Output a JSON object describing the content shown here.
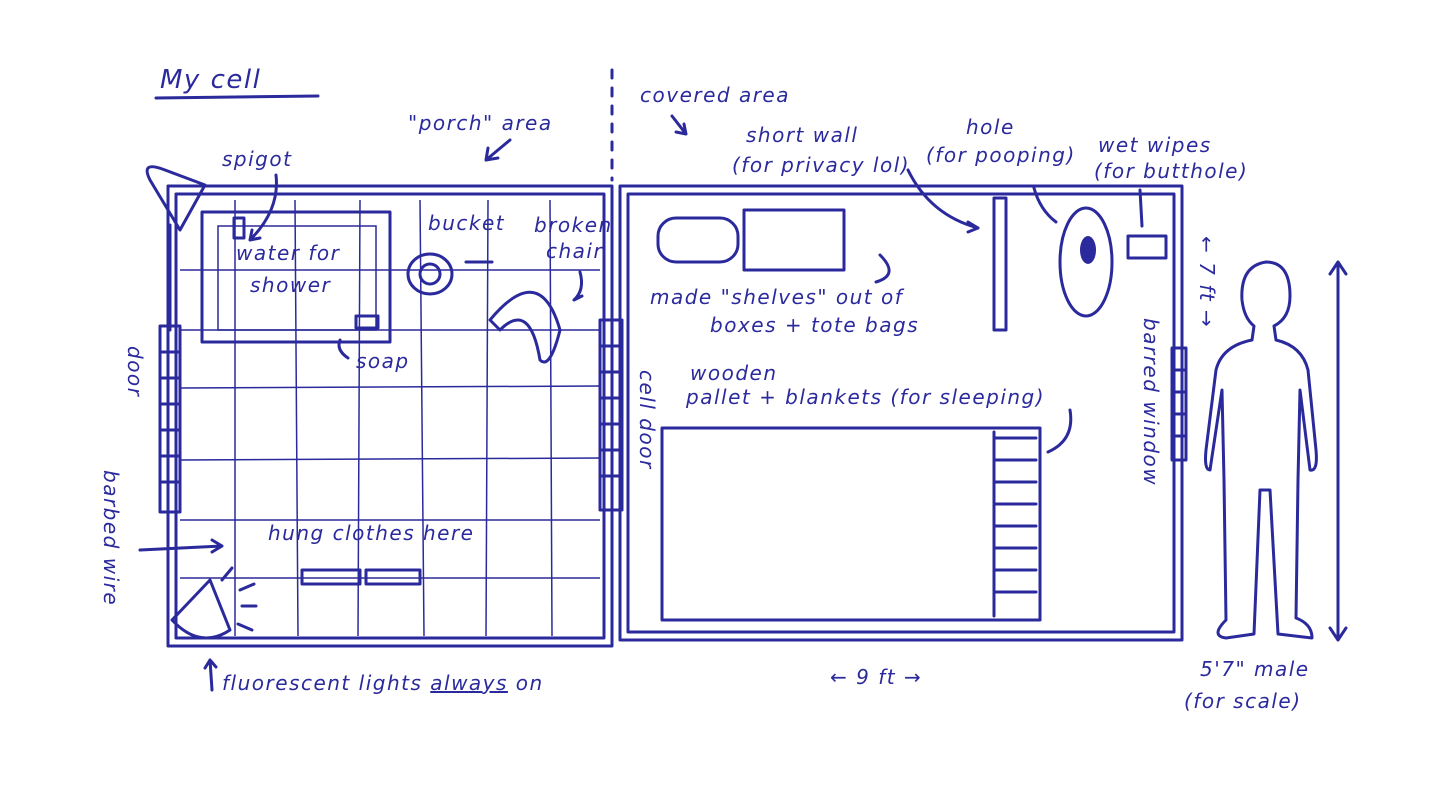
{
  "title": "My cell",
  "labels": {
    "porch": "\"porch\" area",
    "covered": "covered area",
    "spigot": "spigot",
    "water": [
      "water for",
      "shower"
    ],
    "bucket": "bucket",
    "chair": [
      "broken",
      "chair"
    ],
    "soap": "soap",
    "door": "door",
    "barbed_wire": "barbed wire",
    "cell_door": "cell door",
    "clothes": "hung clothes here",
    "lights_prefix": "fluorescent lights",
    "lights_emph": "always",
    "lights_suffix": "on",
    "short_wall": [
      "short wall",
      "(for privacy lol)"
    ],
    "hole": [
      "hole",
      "(for pooping)"
    ],
    "wipes": [
      "wet wipes",
      "(for butthole)"
    ],
    "shelves": [
      "made \"shelves\" out of",
      "boxes + tote bags"
    ],
    "pallet": [
      "wooden",
      "pallet + blankets (for sleeping)"
    ],
    "window": "barred window",
    "depth": "← 7 ft →",
    "width": "← 9 ft →",
    "scale": [
      "5'7\" male",
      "(for scale)"
    ]
  },
  "colors": {
    "ink": "#2b2a9c"
  }
}
